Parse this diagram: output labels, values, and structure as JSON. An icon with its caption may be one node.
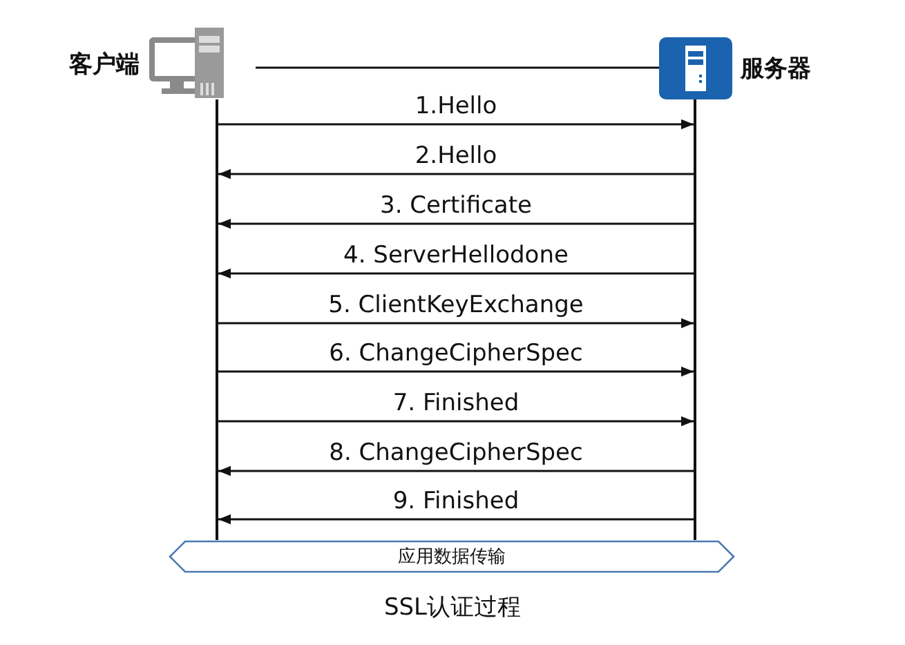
{
  "diagram": {
    "caption": "SSL认证过程",
    "nodes": [
      {
        "text": [
          "客户端"
        ]
      },
      {
        "text": [
          "服务器"
        ]
      },
      {
        "text": [],
        "shape": "bar"
      },
      {
        "text": [],
        "shape": "bar"
      },
      {
        "text": [
          "应用数据传输"
        ]
      }
    ],
    "edges": [
      {
        "from": 0,
        "to": 1,
        "arrow": "none"
      },
      {
        "from": 2,
        "to": 3,
        "arrow": "to",
        "label": "1.Hello"
      },
      {
        "from": 3,
        "to": 2,
        "arrow": "to",
        "label": "2.Hello"
      },
      {
        "from": 3,
        "to": 2,
        "arrow": "to",
        "label": "3. Certificate"
      },
      {
        "from": 3,
        "to": 2,
        "arrow": "to",
        "label": "4. ServerHellodone"
      },
      {
        "from": 2,
        "to": 3,
        "arrow": "to",
        "label": "5. ClientKeyExchange"
      },
      {
        "from": 2,
        "to": 3,
        "arrow": "to",
        "label": "6. ChangeCipherSpec"
      },
      {
        "from": 2,
        "to": 3,
        "arrow": "to",
        "label": "7. Finished"
      },
      {
        "from": 3,
        "to": 2,
        "arrow": "to",
        "label": "8. ChangeCipherSpec"
      },
      {
        "from": 3,
        "to": 2,
        "arrow": "to",
        "label": "9. Finished"
      }
    ]
  }
}
